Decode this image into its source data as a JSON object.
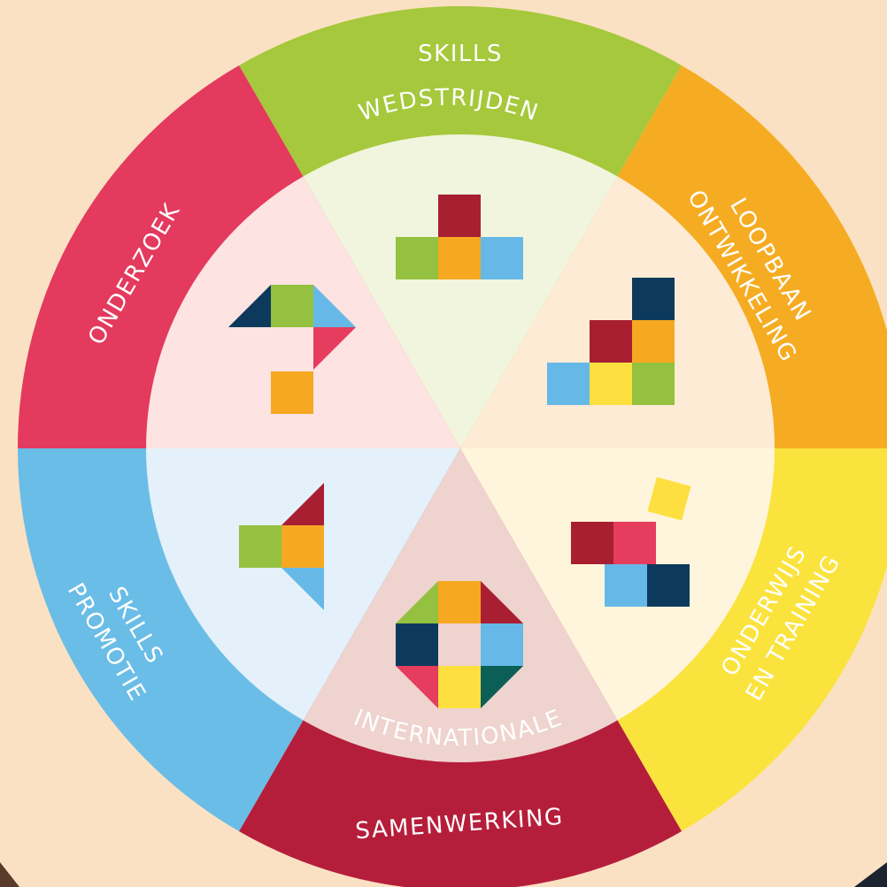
{
  "colors": {
    "background": "#fbe1c3",
    "dark_navy": "#0d3a5c",
    "green": "#94c13f",
    "light_blue": "#66b9e6",
    "orange": "#f6a821",
    "crimson": "#a91f32",
    "pink_red": "#e63c5e",
    "yellow": "#fde03f",
    "teal": "#0b5f57"
  },
  "segments": [
    {
      "id": "skills-wedstrijden",
      "lines": [
        "SKILLS",
        "WEDSTRIJDEN"
      ],
      "outer_color": "#a6c83c",
      "inner_color": "#f1f5dd",
      "icon": "blocks-podium-icon"
    },
    {
      "id": "loopbaan-ontwikkeling",
      "lines": [
        "LOOPBAAN",
        "ONTWIKKELING"
      ],
      "outer_color": "#f6ac22",
      "inner_color": "#fdebd6",
      "icon": "blocks-staircase-icon"
    },
    {
      "id": "onderwijs-en-training",
      "lines": [
        "ONDERWIJS",
        "EN TRAINING"
      ],
      "outer_color": "#fbe33e",
      "inner_color": "#fff5dc",
      "icon": "blocks-tumbling-icon"
    },
    {
      "id": "internationale-samenwerking",
      "lines": [
        "INTERNATIONALE",
        "SAMENWERKING"
      ],
      "outer_color": "#b51e3b",
      "inner_color": "#efd3cf",
      "icon": "blocks-octagon-icon"
    },
    {
      "id": "skills-promotie",
      "lines": [
        "SKILLS",
        "PROMOTIE"
      ],
      "outer_color": "#6abde6",
      "inner_color": "#e4f0fa",
      "icon": "blocks-megaphone-icon"
    },
    {
      "id": "onderzoek",
      "lines": [
        "ONDERZOEK"
      ],
      "outer_color": "#e33a5e",
      "inner_color": "#fde3e1",
      "icon": "blocks-question-mark-icon"
    }
  ]
}
